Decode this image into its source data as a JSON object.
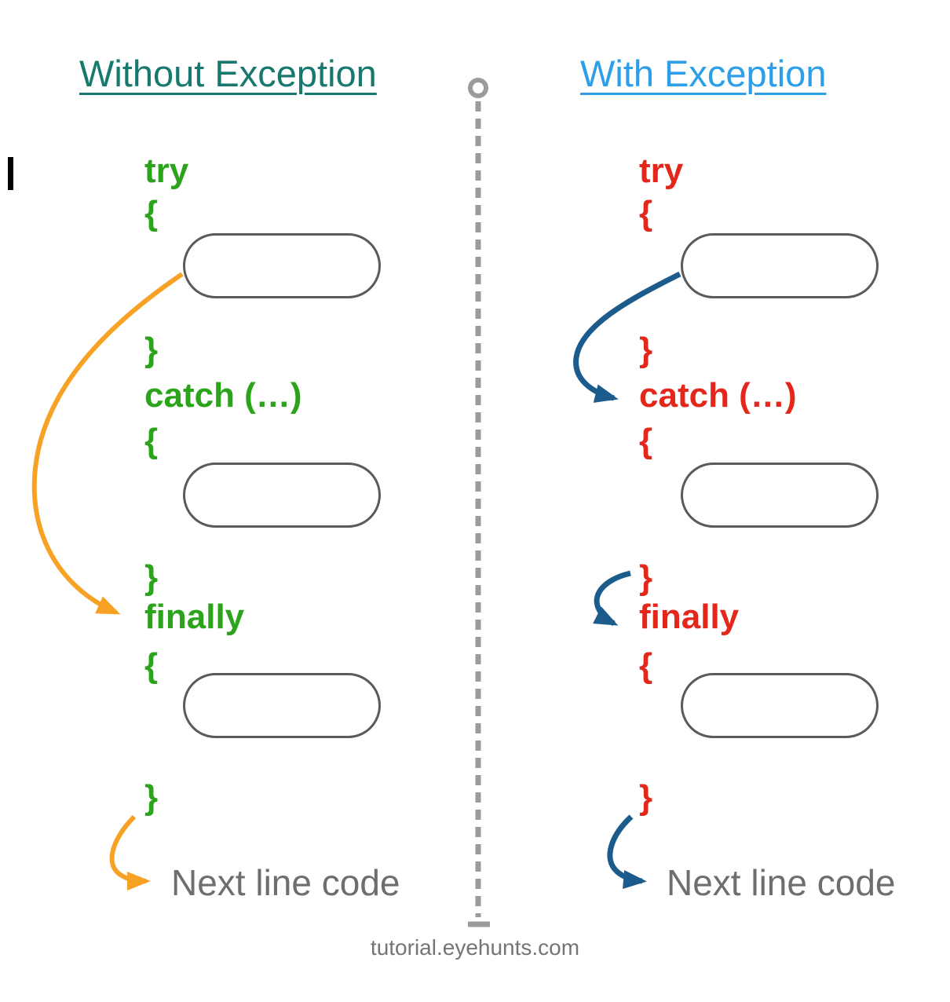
{
  "colors": {
    "left_heading": "#17796D",
    "right_heading": "#2D9FE9",
    "left_code": "#2BA41C",
    "right_code": "#E3281B",
    "left_arrow": "#F7A224",
    "right_arrow": "#1C5C8C",
    "box_border": "#5A5A5A",
    "next_line": "#6E6E6E",
    "divider": "#9B9B9B",
    "footer": "#757575",
    "cursor": "#000000"
  },
  "left": {
    "heading": "Without Exception",
    "kw_try": "try",
    "brace_open_try": "{",
    "brace_close_try": "}",
    "kw_catch": "catch (…)",
    "brace_open_catch": "{",
    "brace_close_catch": "}",
    "kw_finally": "finally",
    "brace_open_finally": "{",
    "brace_close_finally": "}",
    "next_line": "Next line code"
  },
  "right": {
    "heading": "With Exception",
    "kw_try": "try",
    "brace_open_try": "{",
    "brace_close_try": "}",
    "kw_catch": "catch (…)",
    "brace_open_catch": "{",
    "brace_close_catch": "}",
    "kw_finally": "finally",
    "brace_open_finally": "{",
    "brace_close_finally": "}",
    "next_line": "Next line code"
  },
  "footer": "tutorial.eyehunts.com"
}
